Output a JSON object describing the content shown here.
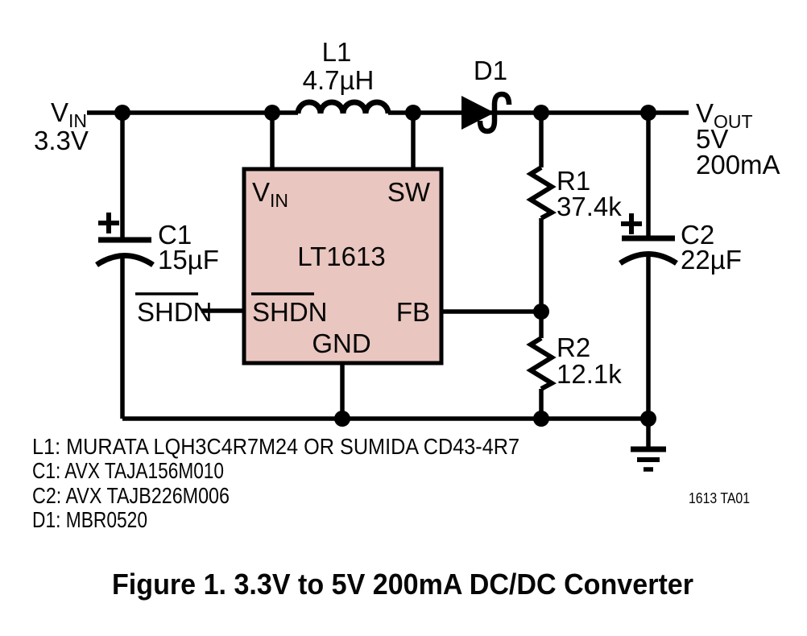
{
  "caption": "Figure 1. 3.3V to 5V 200mA DC/DC Converter",
  "doc_ref": "1613 TA01",
  "input": {
    "main": "V",
    "sub": "IN",
    "voltage": "3.3V"
  },
  "output": {
    "main": "V",
    "sub": "OUT",
    "voltage": "5V",
    "current": "200mA"
  },
  "shdn_signal": "SHDN",
  "ic": {
    "part": "LT1613",
    "pin_vin_main": "V",
    "pin_vin_sub": "IN",
    "pin_sw": "SW",
    "pin_shdn": "SHDN",
    "pin_fb": "FB",
    "pin_gnd": "GND"
  },
  "components": {
    "l1": {
      "ref": "L1",
      "value": "4.7µH"
    },
    "d1": {
      "ref": "D1"
    },
    "c1": {
      "ref": "C1",
      "value": "15µF",
      "polarity": "+"
    },
    "c2": {
      "ref": "C2",
      "value": "22µF",
      "polarity": "+"
    },
    "r1": {
      "ref": "R1",
      "value": "37.4k"
    },
    "r2": {
      "ref": "R2",
      "value": "12.1k"
    }
  },
  "notes": [
    "L1: MURATA LQH3C4R7M24 OR SUMIDA CD43-4R7",
    "C1: AVX TAJA156M010",
    "C2: AVX TAJB226M006",
    "D1: MBR0520"
  ],
  "colors": {
    "line": "#000000",
    "ic_fill": "#e9c6bf",
    "background": "#ffffff"
  }
}
